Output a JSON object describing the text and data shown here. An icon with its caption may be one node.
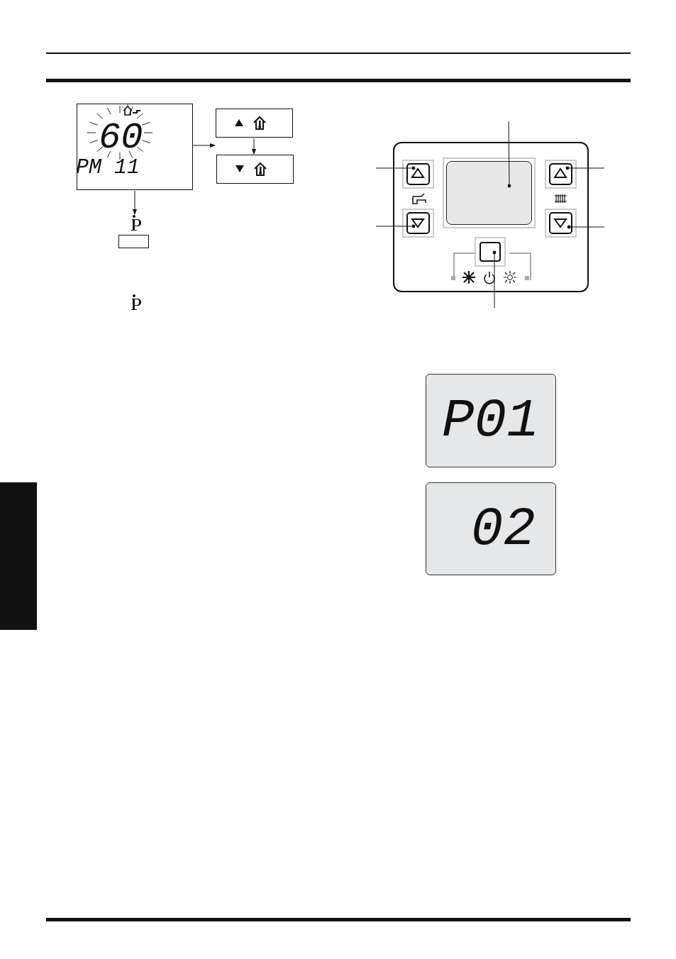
{
  "diagram": {
    "nodes": [
      {
        "text": [
          "60",
          "PM 11"
        ]
      },
      {
        "text": [],
        "shape": "box"
      },
      {
        "text": [],
        "shape": "box"
      },
      {
        "text": [],
        "shape": "icon"
      },
      {
        "text": [],
        "shape": "box"
      },
      {
        "text": [],
        "shape": "box"
      },
      {
        "text": [],
        "shape": "box",
        "in": 5
      },
      {
        "text": [],
        "shape": "box",
        "in": 5
      },
      {
        "text": [],
        "shape": "box",
        "in": 5
      },
      {
        "text": [],
        "shape": "box",
        "in": 5
      },
      {
        "text": [],
        "shape": "box",
        "in": 5
      },
      {
        "text": [],
        "shape": "box",
        "in": 5
      },
      {
        "text": [
          "P01"
        ]
      },
      {
        "text": [
          "02"
        ]
      },
      {
        "text": [],
        "shape": "bar"
      }
    ],
    "edges": [
      {
        "from": 0,
        "to": 1,
        "arrow": "to"
      },
      {
        "from": 1,
        "to": 2,
        "arrow": "to"
      },
      {
        "from": 0,
        "to": 3,
        "arrow": "to"
      },
      {
        "from": null,
        "to": 6,
        "arrow": "other"
      },
      {
        "from": null,
        "to": 7,
        "arrow": "other"
      },
      {
        "from": null,
        "to": 8,
        "arrow": "other"
      },
      {
        "from": null,
        "to": 9,
        "arrow": "other"
      },
      {
        "from": null,
        "to": 10,
        "arrow": "other"
      },
      {
        "from": null,
        "to": 11,
        "arrow": "other"
      }
    ]
  }
}
